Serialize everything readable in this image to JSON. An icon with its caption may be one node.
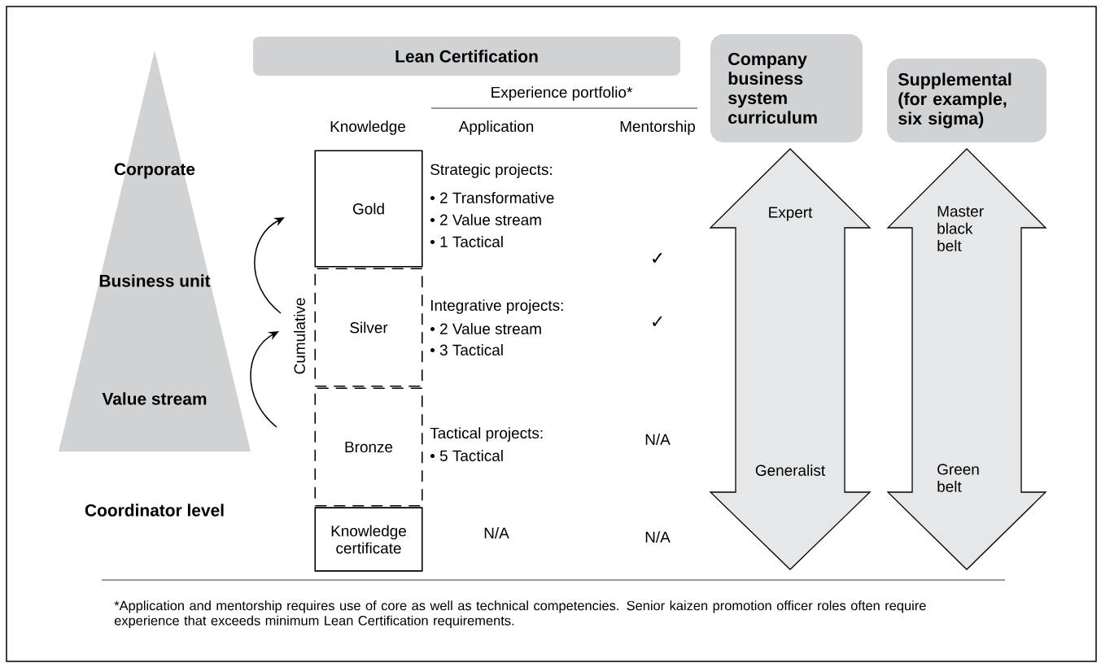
{
  "diagram": {
    "caption": "*Application and mentorship requires use of core as well as technical competencies. Senior kaizen promotion officer roles often require experience that exceeds minimum Lean Certification requirements.",
    "nodes": [
      {
        "text": [
          "Lean Certification"
        ]
      },
      {
        "text": [
          "Company business system curriculum"
        ]
      },
      {
        "text": [
          "Supplemental (for example, six sigma)"
        ]
      },
      {
        "text": [
          "Corporate",
          "Business unit",
          "Value stream"
        ]
      },
      {
        "text": [
          "Gold"
        ]
      },
      {
        "text": [
          "Silver"
        ]
      },
      {
        "text": [
          "Bronze"
        ]
      },
      {
        "text": [
          "Knowledge certificate"
        ]
      },
      {
        "text": [
          "Expert",
          "Generalist"
        ]
      },
      {
        "text": [
          "Master black belt",
          "Green belt"
        ]
      }
    ],
    "labels": [
      "Experience portfolio*",
      "Knowledge",
      "Application",
      "Mentorship",
      "Strategic projects:",
      "• 2 Transformative",
      "• 2 Value stream",
      "• 1 Tactical",
      "✓",
      "Cumulative",
      "Integrative projects:",
      "• 2 Value stream",
      "• 3 Tactical",
      "✓",
      "Tactical projects:",
      "• 5 Tactical",
      "N/A",
      "Coordinator level",
      "N/A",
      "N/A"
    ]
  }
}
